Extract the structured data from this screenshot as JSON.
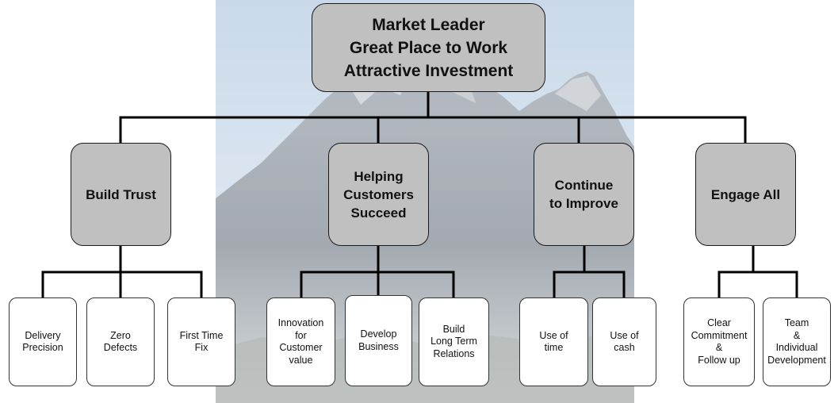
{
  "colors": {
    "box_fill": "#c0c0c0",
    "leaf_fill": "#ffffff",
    "line": "#000000",
    "sky_top": "#c9d9ea",
    "sky_bottom": "#eef2f6",
    "mountain": "#9aa1a9"
  },
  "root": {
    "text": "Market Leader\nGreat Place to Work\nAttractive Investment"
  },
  "pillars": [
    {
      "text": "Build Trust",
      "children": [
        "Delivery\nPrecision",
        "Zero\nDefects",
        "First Time\nFix"
      ]
    },
    {
      "text": "Helping\nCustomers\nSucceed",
      "children": [
        "Innovation\nfor\nCustomer\nvalue",
        "Develop\nBusiness",
        "Build\nLong Term\nRelations"
      ]
    },
    {
      "text": "Continue\nto Improve",
      "children": [
        "Use of\ntime",
        "Use of\ncash"
      ]
    },
    {
      "text": "Engage All",
      "children": [
        "Clear\nCommitment\n&\nFollow up",
        "Team\n&\nIndividual\nDevelopment"
      ]
    }
  ]
}
